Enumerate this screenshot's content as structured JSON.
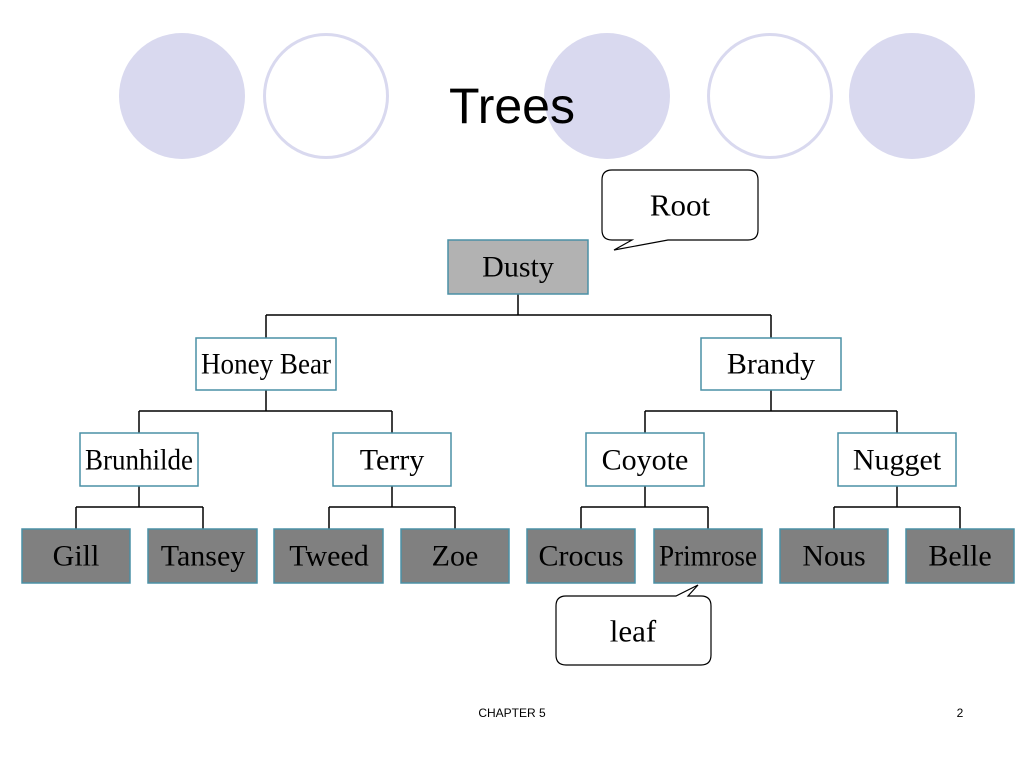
{
  "slide": {
    "title": "Trees",
    "footer_left": "CHAPTER 5",
    "page_number": "2"
  },
  "colors": {
    "circle_fill": "#d9d9ef",
    "root_fill": "#b2b2b2",
    "internal_fill": "#ffffff",
    "leaf_fill": "#808080",
    "node_border": "#4a90a6"
  },
  "tree": {
    "root": "Dusty",
    "level1": [
      "Honey Bear",
      "Brandy"
    ],
    "level2": [
      "Brunhilde",
      "Terry",
      "Coyote",
      "Nugget"
    ],
    "leaves": [
      "Gill",
      "Tansey",
      "Tweed",
      "Zoe",
      "Crocus",
      "Primrose",
      "Nous",
      "Belle"
    ]
  },
  "callouts": {
    "root": "Root",
    "leaf": "leaf"
  }
}
